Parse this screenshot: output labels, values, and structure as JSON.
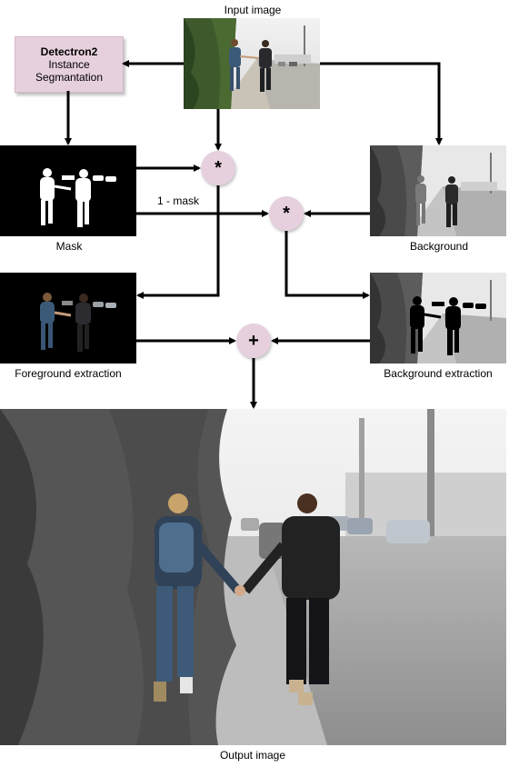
{
  "labels": {
    "input": "Input image",
    "mask": "Mask",
    "background": "Background",
    "foreground_extraction": "Foreground extraction",
    "background_extraction": "Background extraction",
    "output": "Output image",
    "one_minus_mask": "1 - mask"
  },
  "process_box": {
    "title": "Detectron2",
    "line1": "Instance",
    "line2": "Segmantation"
  },
  "operators": {
    "mult1": "*",
    "mult2": "*",
    "add": "+"
  },
  "colors": {
    "node_fill": "#e6d0de",
    "arrow": "#000000"
  }
}
